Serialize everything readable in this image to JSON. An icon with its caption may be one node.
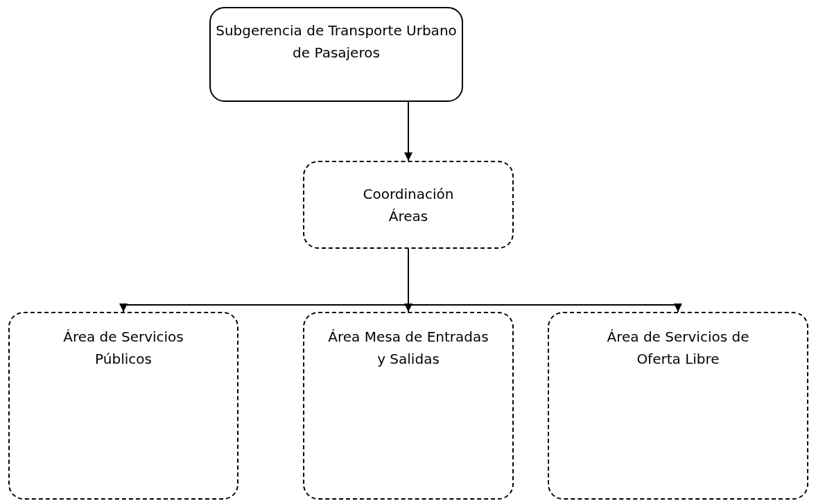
{
  "diagram": {
    "nodes": [
      {
        "text": [
          "Subgerencia de Transporte Urbano de Pasajeros"
        ]
      },
      {
        "text": [
          "Coordinación Áreas"
        ]
      },
      {
        "text": [
          "Área de Servicios Públicos"
        ]
      },
      {
        "text": [
          "Área Mesa de Entradas y Salidas"
        ]
      },
      {
        "text": [
          "Área de Servicios de Oferta Libre"
        ]
      }
    ],
    "edges": [
      {
        "from": 0,
        "to": 1,
        "arrow": "to"
      },
      {
        "from": 1,
        "to": 2,
        "arrow": "to"
      },
      {
        "from": 1,
        "to": 3,
        "arrow": "to"
      },
      {
        "from": 1,
        "to": 4,
        "arrow": "to"
      }
    ]
  }
}
